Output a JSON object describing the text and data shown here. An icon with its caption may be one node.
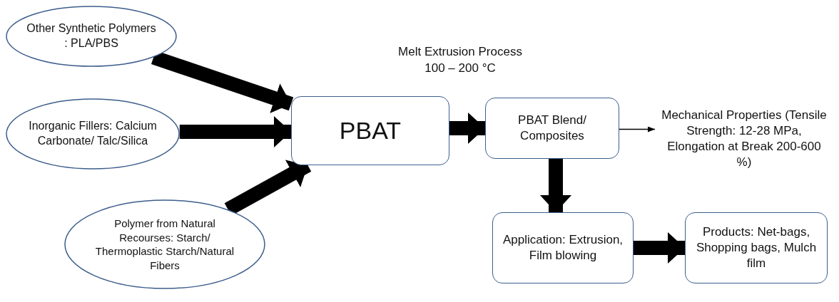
{
  "diagram": {
    "nodes": [
      {
        "text": [
          "Other Synthetic Polymers : PLA/PBS"
        ]
      },
      {
        "text": [
          "Inorganic Fillers: Calcium Carbonate/ Talc/Silica"
        ]
      },
      {
        "text": [
          "Polymer from Natural Recourses: Starch/ Thermoplastic Starch/Natural Fibers"
        ]
      },
      {
        "text": [
          "PBAT"
        ]
      },
      {
        "text": [
          "PBAT Blend/ Composites"
        ]
      },
      {
        "text": [
          "Mechanical Properties (Tensile Strength: 12-28 MPa, Elongation at Break 200-600 %)"
        ]
      },
      {
        "text": [
          "Application: Extrusion, Film blowing"
        ]
      },
      {
        "text": [
          "Products: Net-bags, Shopping bags, Mulch film"
        ]
      }
    ],
    "edges": [
      {
        "from": 0,
        "to": 3,
        "arrow": "to"
      },
      {
        "from": 1,
        "to": 3,
        "arrow": "to"
      },
      {
        "from": 2,
        "to": 3,
        "arrow": "to"
      },
      {
        "from": 3,
        "to": 4,
        "arrow": "to"
      },
      {
        "from": 4,
        "to": 5,
        "arrow": "to"
      },
      {
        "from": 4,
        "to": 6,
        "arrow": "to"
      },
      {
        "from": 6,
        "to": 7,
        "arrow": "to"
      }
    ],
    "labels": [
      "Melt Extrusion Process 100 – 200 °C"
    ]
  }
}
